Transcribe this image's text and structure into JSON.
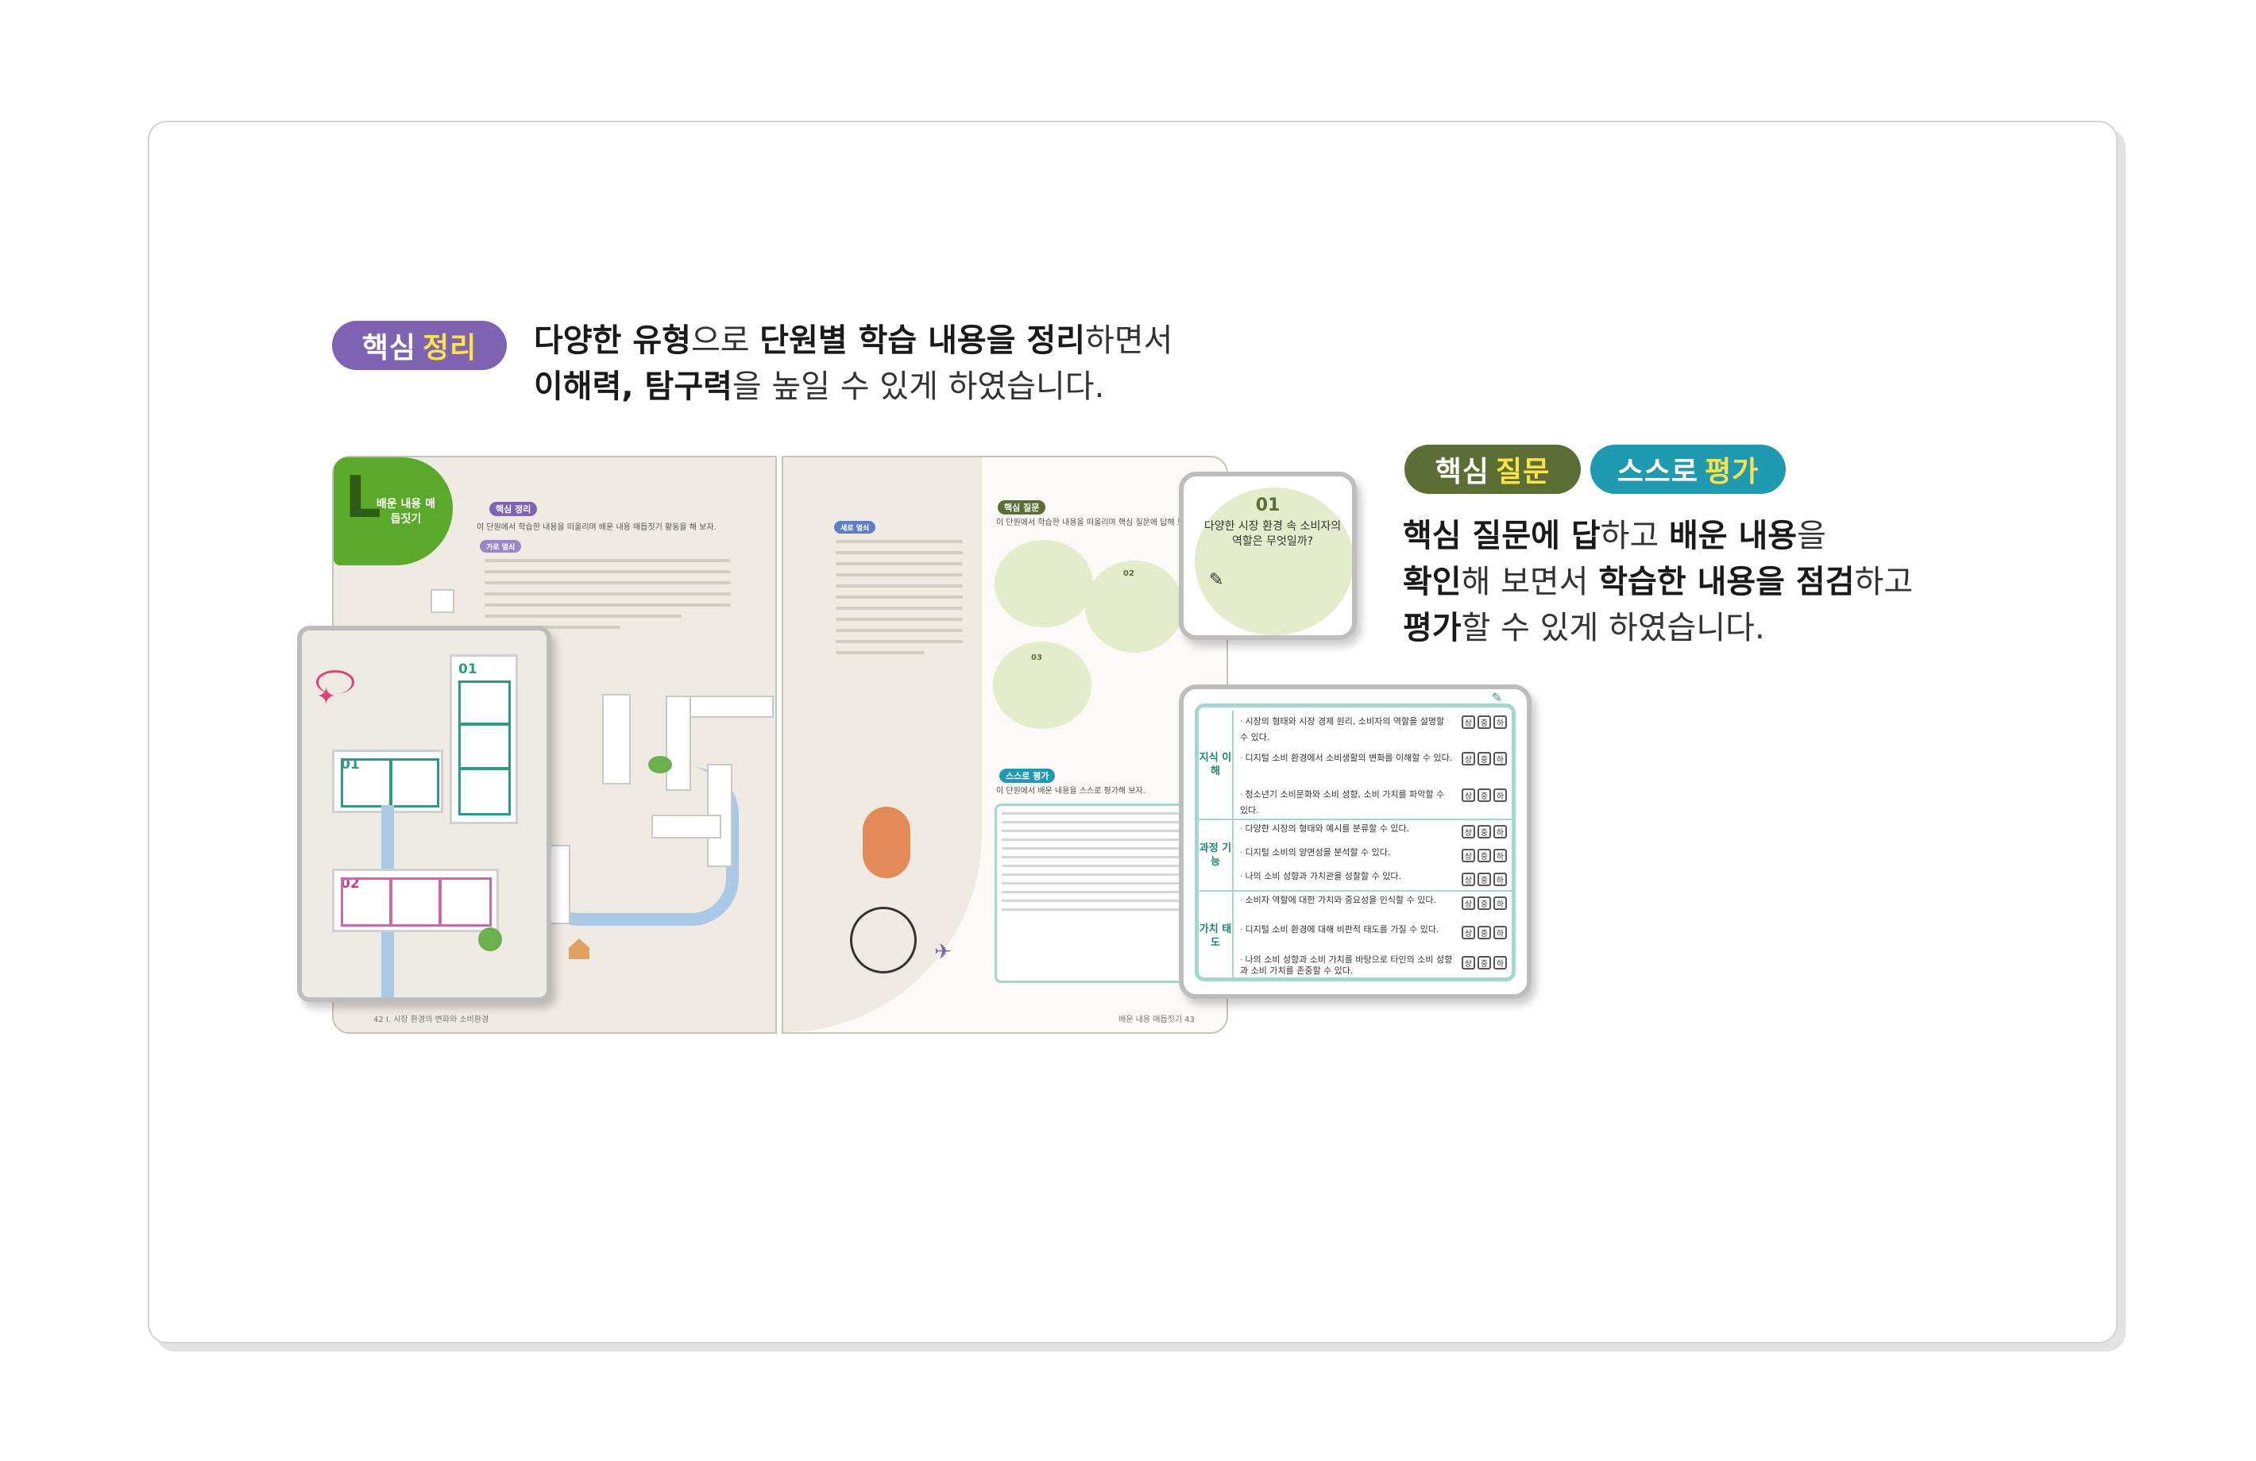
{
  "summary_section": {
    "pill": {
      "part1": "핵심",
      "part2": "정리"
    },
    "desc": {
      "l1_b1": "다양한 유형",
      "l1_t1": "으로 ",
      "l1_b2": "단원별 학습 내용을 정리",
      "l1_t2": "하면서",
      "l2_b1": "이해력, 탐구력",
      "l2_t1": "을 높일 수 있게 하였습니다."
    }
  },
  "question_section": {
    "pill_q": {
      "part1": "핵심",
      "part2": "질문"
    },
    "pill_e": {
      "part1": "스스로",
      "part2": "평가"
    },
    "desc": {
      "l1_b1": "핵심 질문에 답",
      "l1_t1": "하고 ",
      "l1_b2": "배운 내용",
      "l1_t2": "을",
      "l2_b1": "확인",
      "l2_t1": "해 보면서 ",
      "l2_b2": "학습한 내용을 점검",
      "l2_t2": "하고",
      "l3_b1": "평가",
      "l3_t1": "할 수 있게 하였습니다."
    }
  },
  "book": {
    "left_page": {
      "tab_letter": "L",
      "tab_title": "배운 내용 매듭짓기",
      "header_tag": "핵심 정리",
      "instruction": "이 단원에서 학습한 내용을 떠올리며 배운 내용 매듭짓기 활동을 해 보자.",
      "sub_tag": "가로 열쇠",
      "footer": "42  Ⅰ. 시장 환경의 변화와 소비환경"
    },
    "right_page": {
      "list_tag": "세로 열쇠",
      "header_tag": "핵심 질문",
      "instruction": "이 단원에서 학습한 내용을 떠올리며 핵심 질문에 답해 보자.",
      "q2_num": "02",
      "q3_num": "03",
      "eval_tag": "스스로 평가",
      "eval_instruction": "이 단원에서 배운 내용을 스스로 평가해 보자.",
      "footer": "배운 내용 매듭짓기  43"
    }
  },
  "zoom_left": {
    "box1": "01",
    "box2": "01",
    "box3": "02"
  },
  "zoom_question": {
    "num": "01",
    "text": "다양한 시장 환경 속 소비자의 역할은 무엇일까?"
  },
  "eval_table": {
    "check_labels": [
      "상",
      "중",
      "하"
    ],
    "groups": [
      {
        "category": "지식 이해",
        "items": [
          "시장의 형태와 시장 경제 원리, 소비자의 역할을 설명할 수 있다.",
          "디지털 소비 환경에서 소비생활의 변화를 이해할 수 있다.",
          "청소년기 소비문화와 소비 성향, 소비 가치를 파악할 수 있다."
        ]
      },
      {
        "category": "과정 기능",
        "items": [
          "다양한 시장의 형태와 예시를 분류할 수 있다.",
          "디지털 소비의 양면성을 분석할 수 있다.",
          "나의 소비 성향과 가치관을 성찰할 수 있다."
        ]
      },
      {
        "category": "가치 태도",
        "items": [
          "소비자 역할에 대한 가치와 중요성을 인식할 수 있다.",
          "디지털 소비 환경에 대해 비판적 태도를 가질 수 있다.",
          "나의 소비 성향과 소비 가치를 바탕으로 타인의 소비 성향과 소비 가치를 존중할 수 있다."
        ]
      }
    ]
  },
  "colors": {
    "summary_pill": "#7e63b3",
    "question_pill": "#5b6e33",
    "eval_pill": "#1f9ab0",
    "pill_highlight": "#ffe24a",
    "table_border": "#a6d7cc",
    "leaf_tab": "#5aa92b"
  },
  "icons": [
    "pencil-icon",
    "plane-icon",
    "tree-icon",
    "house-icon",
    "sparkle-icon"
  ]
}
